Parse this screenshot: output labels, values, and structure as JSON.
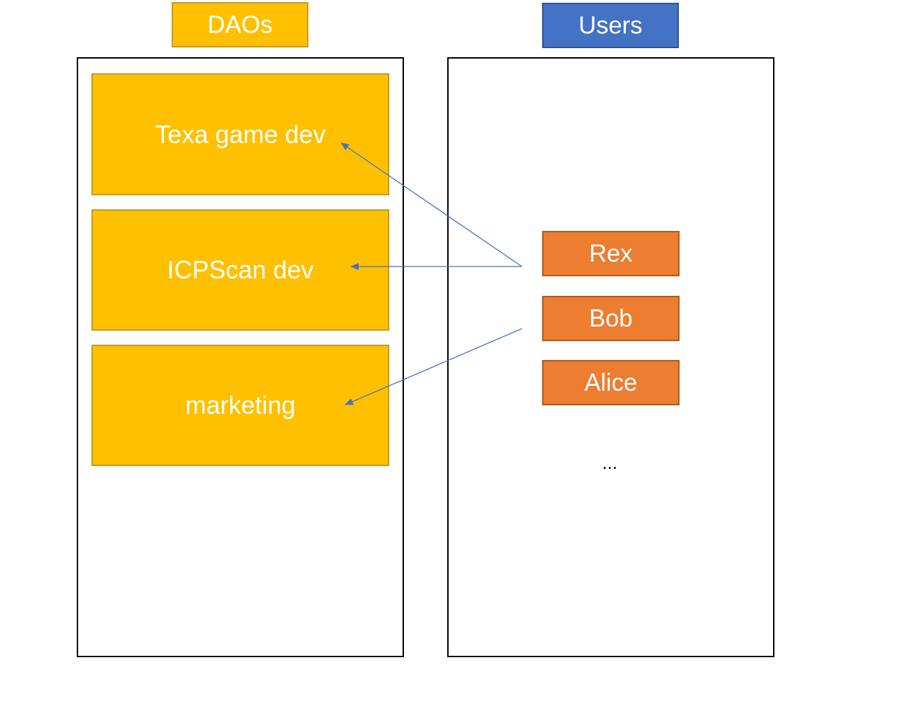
{
  "headers": {
    "daos": "DAOs",
    "users": "Users"
  },
  "daos": [
    {
      "label": "Texa game dev"
    },
    {
      "label": "ICPScan dev"
    },
    {
      "label": "marketing"
    }
  ],
  "users": [
    {
      "label": "Rex"
    },
    {
      "label": "Bob"
    },
    {
      "label": "Alice"
    }
  ],
  "more_users": "...",
  "colors": {
    "dao_fill": "#FFC000",
    "dao_border": "#C49A2C",
    "users_header_fill": "#4472C4",
    "users_header_border": "#2F528F",
    "user_fill": "#ED7D31",
    "user_border": "#AE5A21",
    "arrow": "#4472C4",
    "text_on_fill": "#FFFFFF"
  }
}
